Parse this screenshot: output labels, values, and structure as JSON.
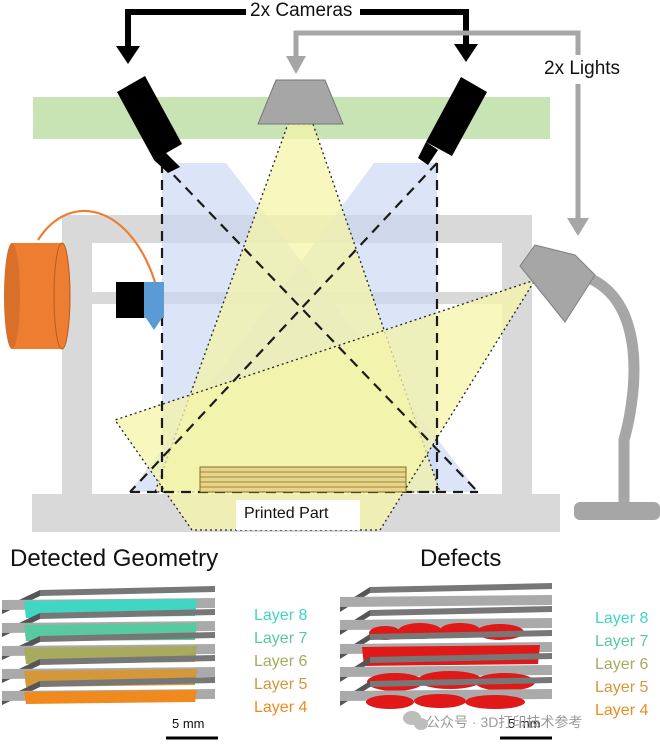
{
  "labels": {
    "cameras": "2x Cameras",
    "lights": "2x Lights",
    "printed_part": "Printed Part"
  },
  "panels": {
    "geometry": {
      "title": "Detected Geometry",
      "layers": [
        {
          "label": "Layer 8",
          "color": "#3fd6c4"
        },
        {
          "label": "Layer 7",
          "color": "#58c9a0"
        },
        {
          "label": "Layer 6",
          "color": "#a8ab5e"
        },
        {
          "label": "Layer 5",
          "color": "#d4973a"
        },
        {
          "label": "Layer 4",
          "color": "#f08a1e"
        }
      ],
      "scale": "5 mm"
    },
    "defects": {
      "title": "Defects",
      "layers": [
        {
          "label": "Layer 8",
          "color": "#3fd6c4"
        },
        {
          "label": "Layer 7",
          "color": "#58c9a0"
        },
        {
          "label": "Layer 6",
          "color": "#a8ab5e"
        },
        {
          "label": "Layer 5",
          "color": "#d4973a"
        },
        {
          "label": "Layer 4",
          "color": "#f08a1e"
        }
      ],
      "scale": "5 mm"
    }
  },
  "watermark": "公众号 · 3D打印技术参考",
  "colors": {
    "frame": "#d9d9d9",
    "rail": "#c8e3b4",
    "camera": "#000000",
    "light": "#a6a6a6",
    "view": "#c9d6f5",
    "beam": "#f4f4a8",
    "spool": "#ed7d31",
    "sensor": "#5b9bd5",
    "defect": "#e01818"
  }
}
